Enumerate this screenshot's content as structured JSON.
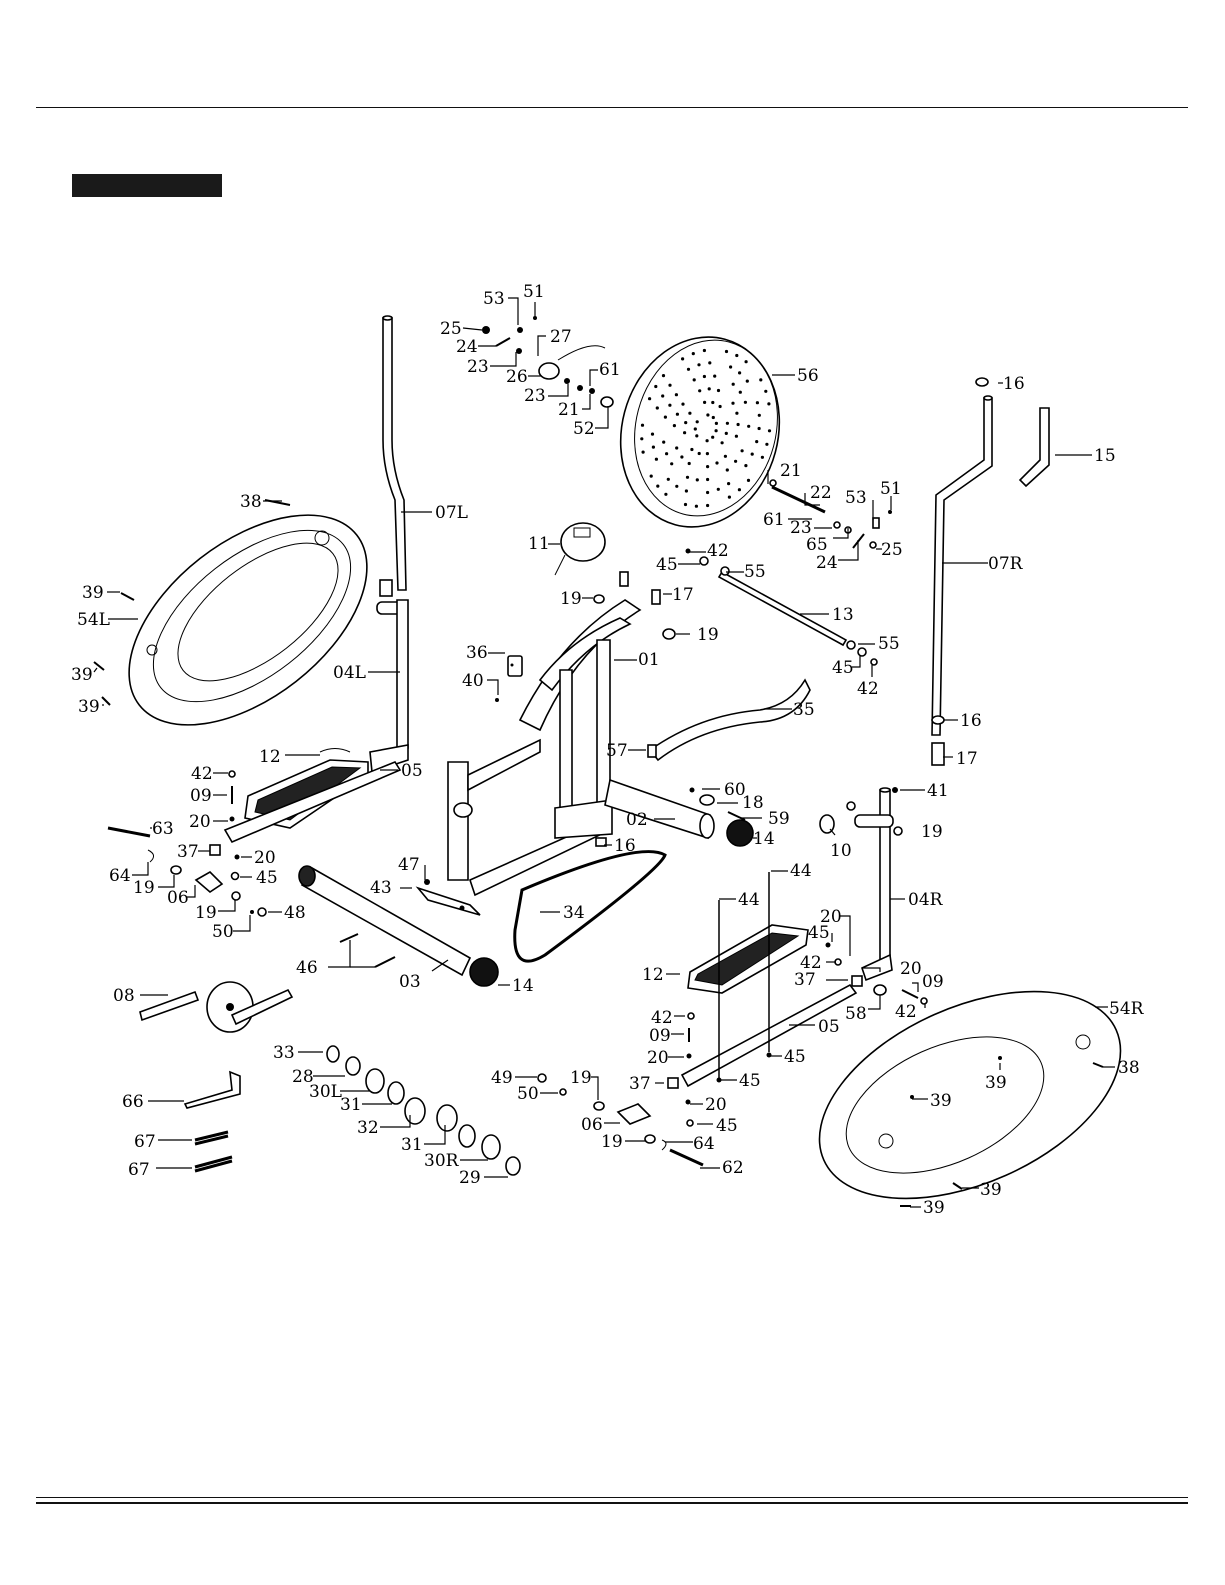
{
  "header": {
    "title_bar": ""
  },
  "parts": [
    {
      "key": "p53a",
      "text": "53"
    },
    {
      "key": "p51a",
      "text": "51"
    },
    {
      "key": "p25a",
      "text": "25"
    },
    {
      "key": "p27",
      "text": "27"
    },
    {
      "key": "p24a",
      "text": "24"
    },
    {
      "key": "p23a",
      "text": "23"
    },
    {
      "key": "p26",
      "text": "26"
    },
    {
      "key": "p61a",
      "text": "61"
    },
    {
      "key": "p23b",
      "text": "23"
    },
    {
      "key": "p21a",
      "text": "21"
    },
    {
      "key": "p52",
      "text": "52"
    },
    {
      "key": "p56",
      "text": "56"
    },
    {
      "key": "p16a",
      "text": "16"
    },
    {
      "key": "p15",
      "text": "15"
    },
    {
      "key": "p38a",
      "text": "38"
    },
    {
      "key": "p07L",
      "text": "07L"
    },
    {
      "key": "p21b",
      "text": "21"
    },
    {
      "key": "p22",
      "text": "22"
    },
    {
      "key": "p53b",
      "text": "53"
    },
    {
      "key": "p51b",
      "text": "51"
    },
    {
      "key": "p61b",
      "text": "61"
    },
    {
      "key": "p23c",
      "text": "23"
    },
    {
      "key": "p65",
      "text": "65"
    },
    {
      "key": "p25b",
      "text": "25"
    },
    {
      "key": "p24b",
      "text": "24"
    },
    {
      "key": "p07R",
      "text": "07R"
    },
    {
      "key": "p11",
      "text": "11"
    },
    {
      "key": "p45a",
      "text": "45"
    },
    {
      "key": "p42a",
      "text": "42"
    },
    {
      "key": "p55a",
      "text": "55"
    },
    {
      "key": "p39a",
      "text": "39"
    },
    {
      "key": "p54L",
      "text": "54L"
    },
    {
      "key": "p19a",
      "text": "19"
    },
    {
      "key": "p17a",
      "text": "17"
    },
    {
      "key": "p13",
      "text": "13"
    },
    {
      "key": "p19b",
      "text": "19"
    },
    {
      "key": "p55b",
      "text": "55"
    },
    {
      "key": "p36",
      "text": "36"
    },
    {
      "key": "p01",
      "text": "01"
    },
    {
      "key": "p45b",
      "text": "45"
    },
    {
      "key": "p04L",
      "text": "04L"
    },
    {
      "key": "p42b",
      "text": "42"
    },
    {
      "key": "p39b",
      "text": "39"
    },
    {
      "key": "p40",
      "text": "40"
    },
    {
      "key": "p39c",
      "text": "39"
    },
    {
      "key": "p35",
      "text": "35"
    },
    {
      "key": "p16b",
      "text": "16"
    },
    {
      "key": "p12a",
      "text": "12"
    },
    {
      "key": "p57",
      "text": "57"
    },
    {
      "key": "p17b",
      "text": "17"
    },
    {
      "key": "p05a",
      "text": "05"
    },
    {
      "key": "p42c",
      "text": "42"
    },
    {
      "key": "p60",
      "text": "60"
    },
    {
      "key": "p41",
      "text": "41"
    },
    {
      "key": "p09a",
      "text": "09"
    },
    {
      "key": "p18",
      "text": "18"
    },
    {
      "key": "p59",
      "text": "59"
    },
    {
      "key": "p02",
      "text": "02"
    },
    {
      "key": "p20a",
      "text": "20"
    },
    {
      "key": "p63",
      "text": "63"
    },
    {
      "key": "p19c",
      "text": "19"
    },
    {
      "key": "p14a",
      "text": "14"
    },
    {
      "key": "p37a",
      "text": "37"
    },
    {
      "key": "p20b",
      "text": "20"
    },
    {
      "key": "p16c",
      "text": "16"
    },
    {
      "key": "p10",
      "text": "10"
    },
    {
      "key": "p64a",
      "text": "64"
    },
    {
      "key": "p45c",
      "text": "45"
    },
    {
      "key": "p44a",
      "text": "44"
    },
    {
      "key": "p19d",
      "text": "19"
    },
    {
      "key": "p06a",
      "text": "06"
    },
    {
      "key": "p47",
      "text": "47"
    },
    {
      "key": "p43",
      "text": "43"
    },
    {
      "key": "p04R",
      "text": "04R"
    },
    {
      "key": "p44b",
      "text": "44"
    },
    {
      "key": "p19e",
      "text": "19"
    },
    {
      "key": "p48",
      "text": "48"
    },
    {
      "key": "p34",
      "text": "34"
    },
    {
      "key": "p20c",
      "text": "20"
    },
    {
      "key": "p50a",
      "text": "50"
    },
    {
      "key": "p45d",
      "text": "45"
    },
    {
      "key": "p46",
      "text": "46"
    },
    {
      "key": "p42d",
      "text": "42"
    },
    {
      "key": "p20d",
      "text": "20"
    },
    {
      "key": "p12b",
      "text": "12"
    },
    {
      "key": "p03",
      "text": "03"
    },
    {
      "key": "p14b",
      "text": "14"
    },
    {
      "key": "p37b",
      "text": "37"
    },
    {
      "key": "p09b",
      "text": "09"
    },
    {
      "key": "p08",
      "text": "08"
    },
    {
      "key": "p58",
      "text": "58"
    },
    {
      "key": "p42e",
      "text": "42"
    },
    {
      "key": "p54R",
      "text": "54R"
    },
    {
      "key": "p42f",
      "text": "42"
    },
    {
      "key": "p05b",
      "text": "05"
    },
    {
      "key": "p09c",
      "text": "09"
    },
    {
      "key": "p33",
      "text": "33"
    },
    {
      "key": "p20e",
      "text": "20"
    },
    {
      "key": "p45e",
      "text": "45"
    },
    {
      "key": "p38b",
      "text": "38"
    },
    {
      "key": "p28",
      "text": "28"
    },
    {
      "key": "p49",
      "text": "49"
    },
    {
      "key": "p19f",
      "text": "19"
    },
    {
      "key": "p37c",
      "text": "37"
    },
    {
      "key": "p45f",
      "text": "45"
    },
    {
      "key": "p39d",
      "text": "39"
    },
    {
      "key": "p30L",
      "text": "30L"
    },
    {
      "key": "p50b",
      "text": "50"
    },
    {
      "key": "p66",
      "text": "66"
    },
    {
      "key": "p31a",
      "text": "31"
    },
    {
      "key": "p20f",
      "text": "20"
    },
    {
      "key": "p39e",
      "text": "39"
    },
    {
      "key": "p32",
      "text": "32"
    },
    {
      "key": "p06b",
      "text": "06"
    },
    {
      "key": "p45g",
      "text": "45"
    },
    {
      "key": "p67a",
      "text": "67"
    },
    {
      "key": "p31b",
      "text": "31"
    },
    {
      "key": "p19g",
      "text": "19"
    },
    {
      "key": "p64b",
      "text": "64"
    },
    {
      "key": "p30R",
      "text": "30R"
    },
    {
      "key": "p67b",
      "text": "67"
    },
    {
      "key": "p62",
      "text": "62"
    },
    {
      "key": "p39f",
      "text": "39"
    },
    {
      "key": "p29",
      "text": "29"
    },
    {
      "key": "p39g",
      "text": "39"
    }
  ]
}
